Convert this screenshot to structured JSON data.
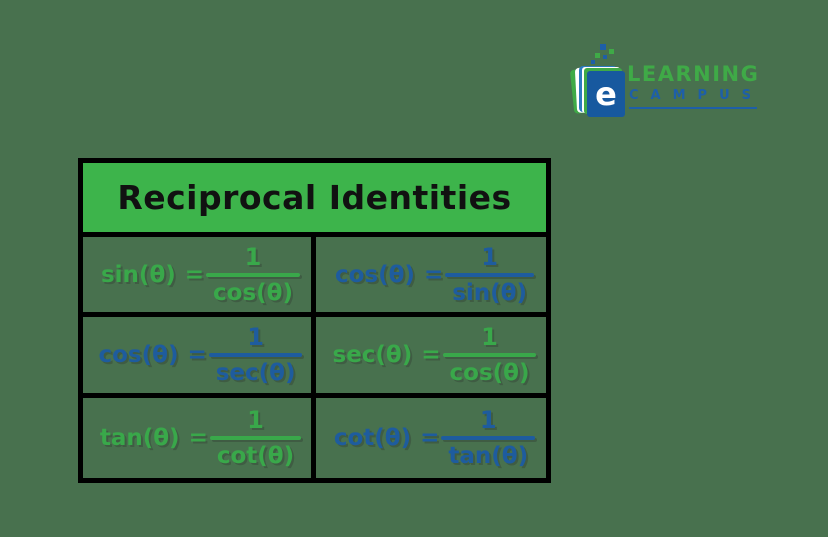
{
  "page": {
    "background_color": "#48714E"
  },
  "logo": {
    "brand_line1": "LEARNING",
    "brand_line2": "CAMPUS",
    "book_letter": "e",
    "green": "#3FAA47",
    "blue": "#1E5FA8"
  },
  "table": {
    "title": "Reciprocal Identities",
    "header_bg": "#3DB44B",
    "border_color": "#000000",
    "text_green": "#39A84A",
    "text_blue": "#1E5C9E",
    "cells": [
      {
        "lhs": "sin(θ)",
        "equals": "=",
        "numerator": "1",
        "denominator": "cos(θ)",
        "color": "green"
      },
      {
        "lhs": "cos(θ)",
        "equals": "=",
        "numerator": "1",
        "denominator": "sin(θ)",
        "color": "blue"
      },
      {
        "lhs": "cos(θ)",
        "equals": "=",
        "numerator": "1",
        "denominator": "sec(θ)",
        "color": "blue"
      },
      {
        "lhs": "sec(θ)",
        "equals": "=",
        "numerator": "1",
        "denominator": "cos(θ)",
        "color": "green"
      },
      {
        "lhs": "tan(θ)",
        "equals": "=",
        "numerator": "1",
        "denominator": "cot(θ)",
        "color": "green"
      },
      {
        "lhs": "cot(θ)",
        "equals": "=",
        "numerator": "1",
        "denominator": "tan(θ)",
        "color": "blue"
      }
    ]
  }
}
